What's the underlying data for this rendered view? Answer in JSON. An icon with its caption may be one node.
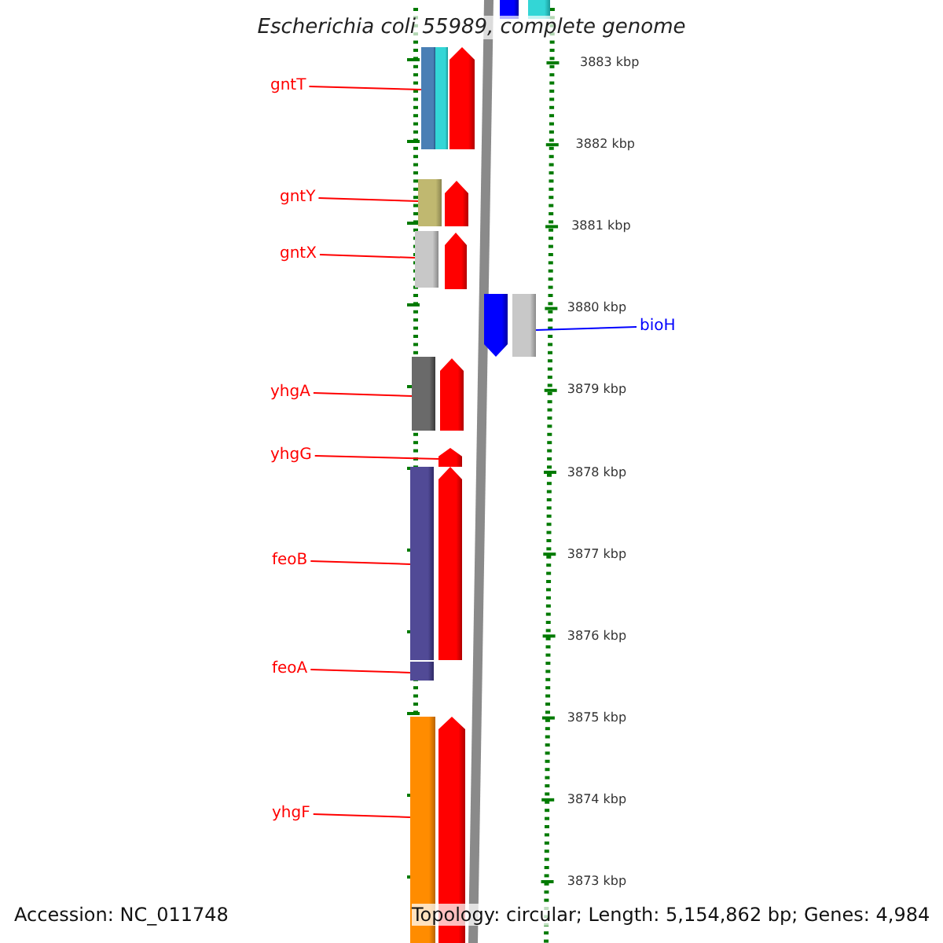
{
  "diagram": {
    "title": "Escherichia coli 55989, complete genome",
    "nodes": [
      {
        "text": [
          "gntT"
        ]
      },
      {
        "text": [],
        "shape": "bar"
      },
      {
        "text": [
          "gntY"
        ]
      },
      {
        "text": [],
        "shape": "bar"
      },
      {
        "text": [
          "gntX"
        ]
      },
      {
        "text": [],
        "shape": "bar"
      },
      {
        "text": [
          "bioH"
        ]
      },
      {
        "text": [],
        "shape": "bar"
      },
      {
        "text": [
          "yhgA"
        ]
      },
      {
        "text": [],
        "shape": "bar"
      },
      {
        "text": [
          "yhgG"
        ]
      },
      {
        "text": [],
        "shape": "bar"
      },
      {
        "text": [
          "feoB"
        ]
      },
      {
        "text": [],
        "shape": "bar"
      },
      {
        "text": [
          "feoA"
        ]
      },
      {
        "text": [],
        "shape": "bar"
      },
      {
        "text": [
          "yhgF"
        ]
      },
      {
        "text": [],
        "shape": "bar"
      }
    ],
    "edges": [
      {
        "from": 0,
        "to": 1,
        "arrow": "none"
      },
      {
        "from": 2,
        "to": 3,
        "arrow": "none"
      },
      {
        "from": 4,
        "to": 5,
        "arrow": "none"
      },
      {
        "from": 6,
        "to": 7,
        "arrow": "none",
        "color": "#0000ff"
      },
      {
        "from": 8,
        "to": 9,
        "arrow": "none"
      },
      {
        "from": 10,
        "to": 11,
        "arrow": "none"
      },
      {
        "from": 12,
        "to": 13,
        "arrow": "none"
      },
      {
        "from": 14,
        "to": 15,
        "arrow": "none"
      },
      {
        "from": 16,
        "to": 17,
        "arrow": "none"
      }
    ],
    "labels": [
      "3883 kbp",
      "3882 kbp",
      "3881 kbp",
      "3880 kbp",
      "3879 kbp",
      "3878 kbp",
      "3877 kbp",
      "3876 kbp",
      "3875 kbp",
      "3874 kbp",
      "3873 kbp",
      "Accession: NC_011748",
      "Topology: circular; Length: 5,154,862 bp; Genes: 4,984"
    ]
  }
}
